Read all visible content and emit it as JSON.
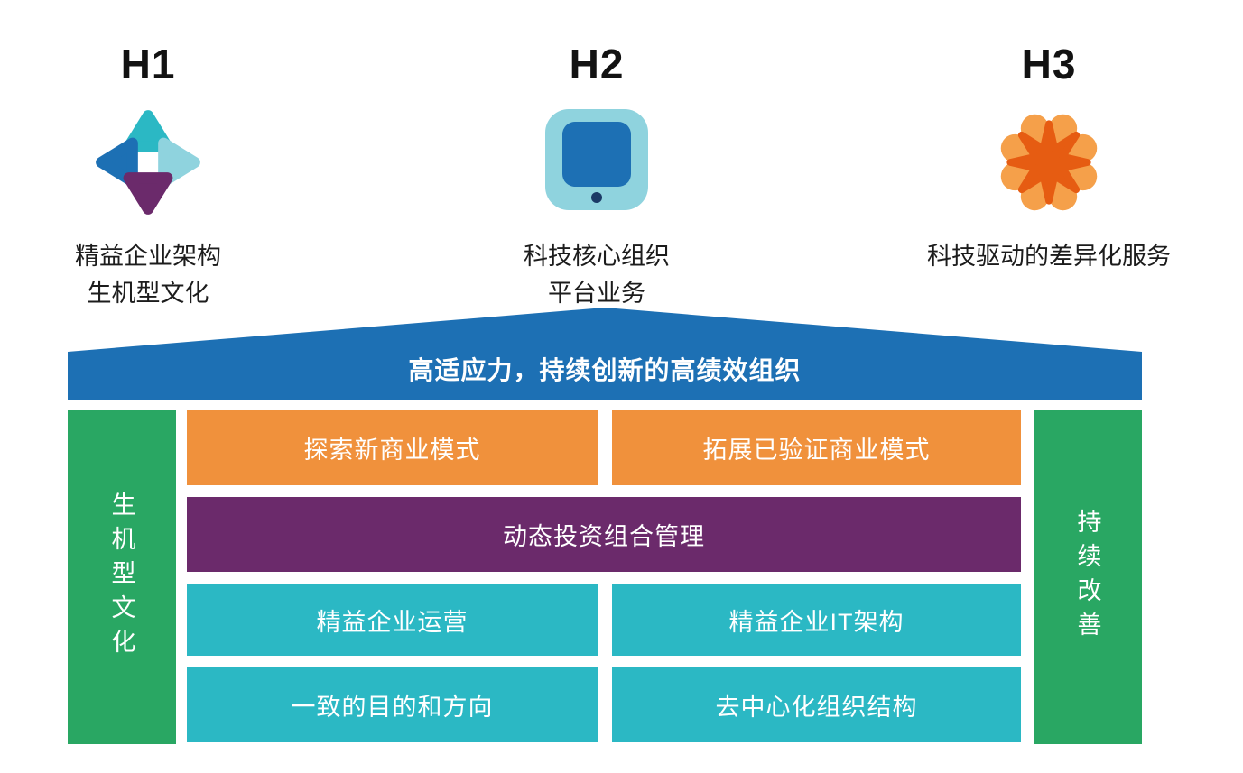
{
  "header": {
    "items": [
      {
        "title": "H1",
        "icon": "four-triangles-icon",
        "caption1": "精益企业架构",
        "caption2": "生机型文化"
      },
      {
        "title": "H2",
        "icon": "tablet-icon",
        "caption1": "科技核心组织",
        "caption2": "平台业务"
      },
      {
        "title": "H3",
        "icon": "starburst-icon",
        "caption1": "科技驱动的差异化服务",
        "caption2": ""
      }
    ]
  },
  "house": {
    "roof": "高适应力，持续创新的高绩效组织",
    "left_pillar": "生机型文化",
    "right_pillar": "持续改善",
    "row1_left": "探索新商业模式",
    "row1_right": "拓展已验证商业模式",
    "row2": "动态投资组合管理",
    "row3_left": "精益企业运营",
    "row3_right": "精益企业IT架构",
    "row4_left": "一致的目的和方向",
    "row4_right": "去中心化组织结构"
  },
  "colors": {
    "banner-blue": "#1d70b4",
    "pillar-green": "#29a763",
    "box-orange": "#f0913c",
    "box-purple": "#6b2a6b",
    "box-teal": "#2bb8c4",
    "icon-light-teal": "#8fd3de",
    "icon-light-orange": "#f5a04a",
    "icon-dark-orange": "#e65c12",
    "icon-navy-dot": "#1b3a66"
  }
}
